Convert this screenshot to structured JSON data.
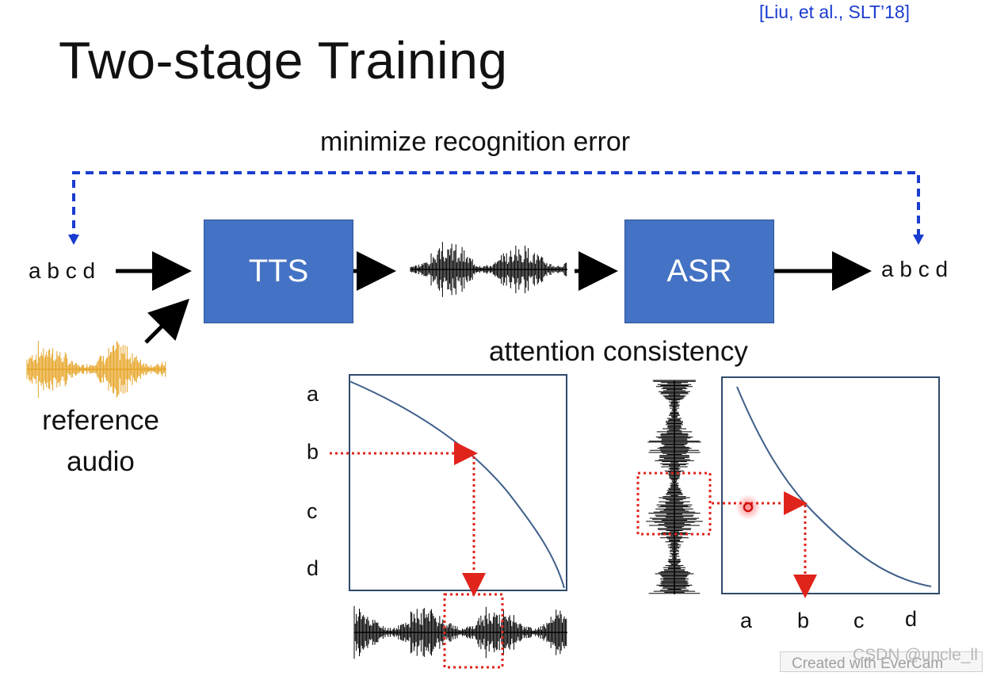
{
  "slide": {
    "title": "Two-stage Training",
    "citation": "[Liu, et al., SLT’18]",
    "top_label": "minimize recognition error",
    "input_sequence": "a b c d",
    "output_sequence": "a b c d",
    "tts_label": "TTS",
    "asr_label": "ASR",
    "reference_label": "reference audio",
    "attention_label": "attention consistency",
    "left_plot_axis": [
      "a",
      "b",
      "c",
      "d"
    ],
    "right_plot_axis": [
      "a",
      "b",
      "c",
      "d"
    ],
    "watermark_csdn": "CSDN @uncle_ll",
    "watermark_evercam": "Created with EverCam"
  },
  "colors": {
    "block": "#4472c4",
    "feedback_dashed": "#1a3ccf",
    "reference_wave": "#e6a323",
    "attention_curve": "#3e5f8a",
    "highlight": "#e0241b"
  }
}
